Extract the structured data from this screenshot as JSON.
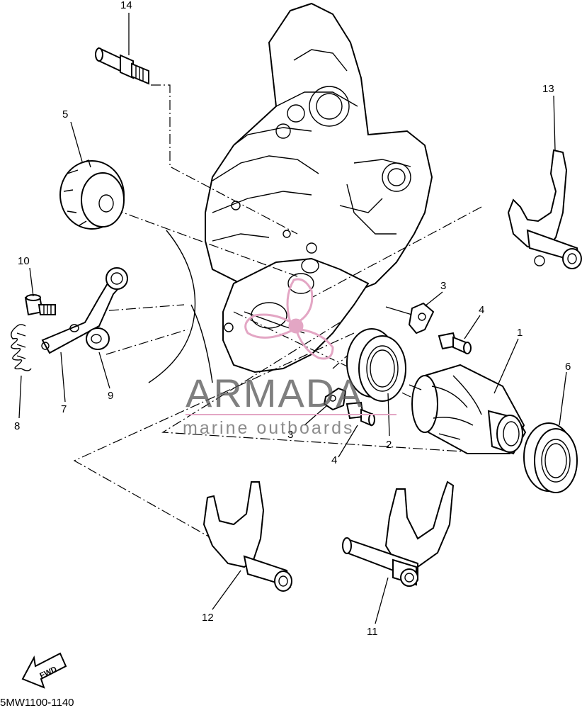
{
  "labels": {
    "p1": "1",
    "p2": "2",
    "p3a": "3",
    "p3b": "3",
    "p4a": "4",
    "p4b": "4",
    "p5": "5",
    "p6": "6",
    "p7": "7",
    "p8": "8",
    "p9": "9",
    "p10": "10",
    "p11": "11",
    "p12": "12",
    "p13": "13",
    "p14": "14"
  },
  "fwd_label": "FWD",
  "diagram_code": "5MW1100-1140",
  "watermark": {
    "brand": "ARMADA",
    "tagline": "marine outboards",
    "color": "#e3a6c4"
  }
}
